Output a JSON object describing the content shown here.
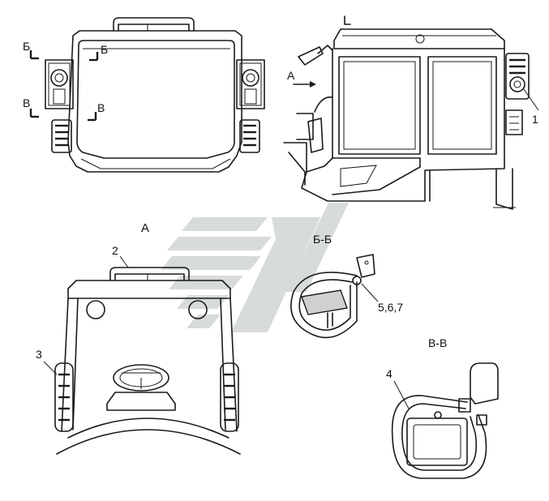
{
  "labels": {
    "view_a_pointer": "А",
    "view_a_title": "А",
    "section_bb_title": "Б-Б",
    "section_vv_title": "В-В",
    "section_b_top": "Б",
    "section_b_bottom": "Б",
    "section_v_top": "В",
    "section_v_bottom": "В"
  },
  "callouts": [
    "1",
    "2",
    "3",
    "4",
    "5,6,7"
  ],
  "colors": {
    "line": "#1a1a1a",
    "part_fill": "#cfd0d0",
    "watermark": "#d7dbdb",
    "background": "#ffffff"
  }
}
